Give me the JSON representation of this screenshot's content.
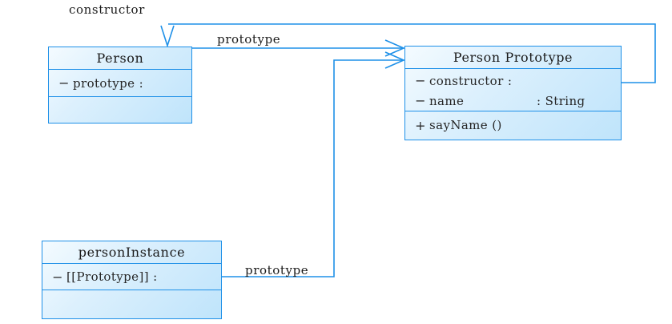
{
  "diagram": {
    "type": "uml-class-diagram",
    "background": "#ffffff",
    "line_color": "#1e90e8",
    "box_border_color": "#1e90e8",
    "box_fill_top": "#f4fbff",
    "box_fill_bottom": "#bfe4fb",
    "text_color": "#1a1a1a"
  },
  "boxes": {
    "person": {
      "title": "Person",
      "attributes": [
        {
          "visibility": "−",
          "name": "prototype :",
          "type": ""
        }
      ],
      "methods": []
    },
    "person_prototype": {
      "title": "Person Prototype",
      "attributes": [
        {
          "visibility": "−",
          "name": "constructor :",
          "type": ""
        },
        {
          "visibility": "−",
          "name": "name",
          "type": ": String"
        }
      ],
      "methods": [
        {
          "visibility": "+",
          "name": "sayName ()",
          "type": ""
        }
      ]
    },
    "person_instance": {
      "title": "personInstance",
      "attributes": [
        {
          "visibility": "−",
          "name": "[[Prototype]] :",
          "type": ""
        }
      ],
      "methods": []
    }
  },
  "edges": [
    {
      "id": "constructor",
      "label": "constructor",
      "from": "person_prototype",
      "to": "person"
    },
    {
      "id": "prototype-top",
      "label": "prototype",
      "from": "person",
      "to": "person_prototype"
    },
    {
      "id": "prototype-bottom",
      "label": "prototype",
      "from": "person_instance",
      "to": "person_prototype"
    }
  ]
}
